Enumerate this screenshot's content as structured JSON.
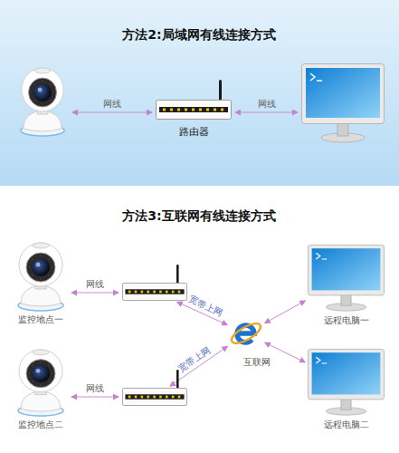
{
  "diagram": {
    "title": "方法2:局域网有线连接方式",
    "nodes": [
      {
        "text": []
      },
      {
        "text": [
          "路由器"
        ]
      },
      {
        "text": []
      },
      {
        "text": [
          "监控地点一"
        ]
      },
      {
        "text": []
      },
      {
        "text": [
          "远程电脑一"
        ]
      },
      {
        "text": [
          "互联网"
        ]
      },
      {
        "text": [
          "监控地点二"
        ]
      },
      {
        "text": []
      },
      {
        "text": [
          "远程电脑二"
        ]
      }
    ],
    "edges": [
      {
        "from": 0,
        "to": 1,
        "label": "网线",
        "arrow": "both"
      },
      {
        "from": 1,
        "to": 2,
        "label": "网线",
        "arrow": "both"
      },
      {
        "from": 3,
        "to": 4,
        "label": "网线",
        "arrow": "both"
      },
      {
        "from": 4,
        "to": 6,
        "label": "宽带上网",
        "arrow": "both"
      },
      {
        "from": 6,
        "to": 5,
        "arrow": "both"
      },
      {
        "from": 7,
        "to": 8,
        "label": "网线",
        "arrow": "both"
      },
      {
        "from": 8,
        "to": 6,
        "label": "宽带上网",
        "arrow": "both"
      },
      {
        "from": 6,
        "to": 9,
        "arrow": "both"
      }
    ],
    "labels": [
      "方法3:互联网有线连接方式"
    ]
  }
}
